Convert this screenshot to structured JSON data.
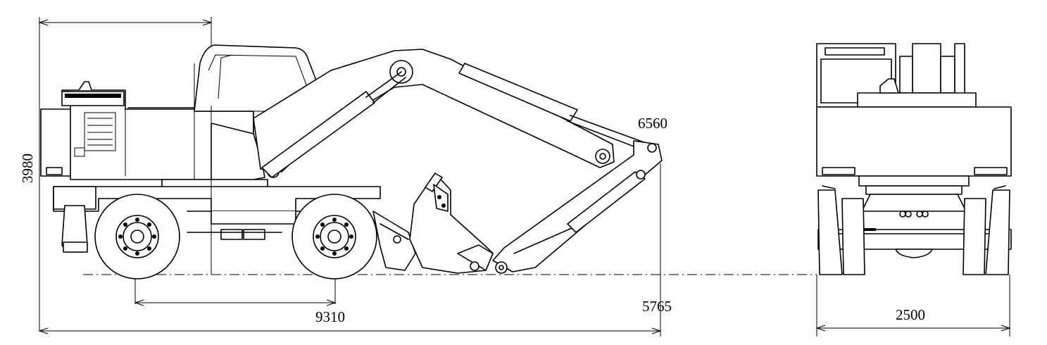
{
  "dimensions": {
    "height": "3980",
    "wheelbase_total": "9310",
    "reach_height": "6560",
    "front_distance": "5765",
    "width": "2500"
  },
  "colors": {
    "line": "#000000",
    "background": "#ffffff"
  }
}
